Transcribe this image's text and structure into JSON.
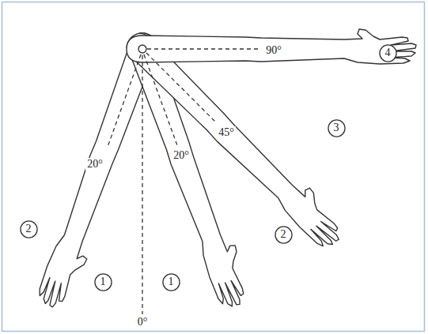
{
  "diagram": {
    "nodes": [
      {
        "text": [
          "4"
        ]
      },
      {
        "text": [
          "3"
        ]
      },
      {
        "text": [
          "2"
        ]
      },
      {
        "text": [
          "2"
        ]
      },
      {
        "text": [
          "1"
        ]
      },
      {
        "text": [
          "1"
        ]
      }
    ],
    "labels": [
      "90°",
      "20°",
      "20°",
      "45°",
      "0°"
    ]
  }
}
